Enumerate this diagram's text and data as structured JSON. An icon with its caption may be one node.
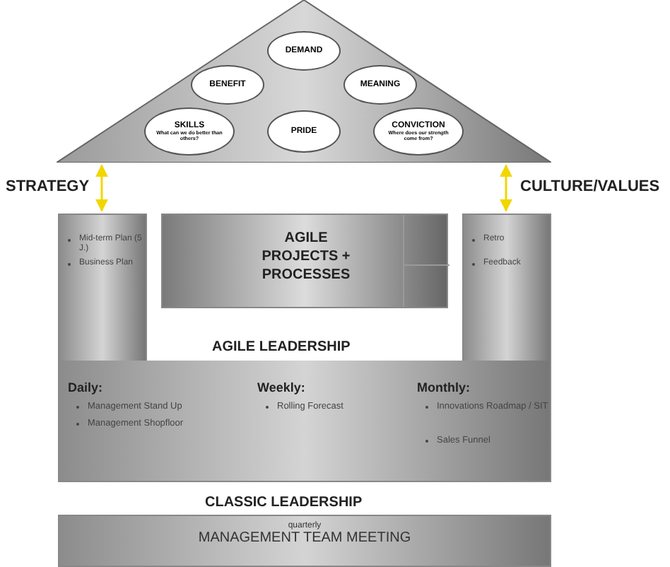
{
  "diagram": {
    "nodes": [
      {
        "text": [],
        "shape": "triangle"
      },
      {
        "text": [
          "DEMAND"
        ],
        "in": 0
      },
      {
        "text": [
          "BENEFIT"
        ],
        "in": 0
      },
      {
        "text": [
          "MEANING"
        ],
        "in": 0
      },
      {
        "text": [
          "SKILLS",
          "What can we do better than others?"
        ],
        "in": 0
      },
      {
        "text": [
          "PRIDE"
        ],
        "in": 0
      },
      {
        "text": [
          "CONVICTION",
          "Where does our strength come from?"
        ],
        "in": 0
      },
      {
        "text": [
          "Mid-term Plan (5 J.)",
          "Business Plan"
        ]
      },
      {
        "text": [
          "AGILE PROJECTS + PROCESSES"
        ]
      },
      {
        "text": [
          "Retro",
          "Feedback"
        ]
      },
      {
        "text": [
          "Daily:",
          "Management Stand Up",
          "Management Shopfloor",
          "Weekly:",
          "Rolling Forecast",
          "Monthly:",
          "Innovations Roadmap / SIT",
          "Sales Funnel"
        ]
      },
      {
        "text": [
          "quarterly",
          "MANAGEMENT TEAM MEETING"
        ]
      }
    ],
    "edges": [
      {
        "from": 0,
        "to": 7,
        "arrow": "both"
      },
      {
        "from": 0,
        "to": 9,
        "arrow": "both"
      }
    ],
    "labels": [
      "STRATEGY",
      "CULTURE/VALUES",
      "AGILE LEADERSHIP",
      "CLASSIC LEADERSHIP"
    ]
  }
}
